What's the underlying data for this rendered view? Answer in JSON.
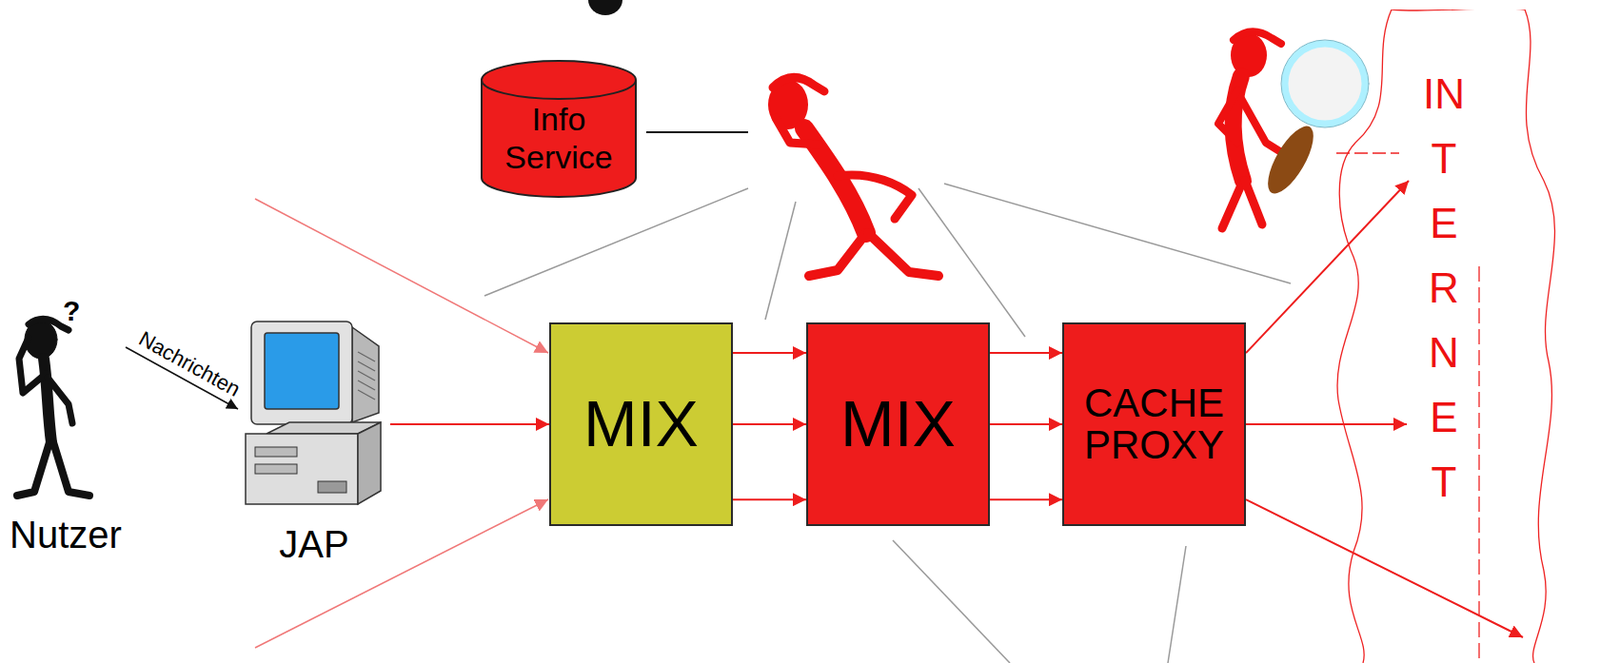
{
  "diagram": {
    "nodes": [
      {
        "text": [
          "Nutzer"
        ]
      },
      {
        "text": [
          "JAP"
        ]
      },
      {
        "text": [
          "Info Service"
        ]
      },
      {
        "text": [
          "MIX"
        ]
      },
      {
        "text": [
          "MIX"
        ]
      },
      {
        "text": [
          "CACHE PROXY"
        ]
      },
      {
        "text": [
          "INTERNET"
        ]
      }
    ],
    "edges": [
      {
        "from": 0,
        "to": 1,
        "label": "Nachrichten",
        "arrow": "to"
      },
      {
        "from": 1,
        "to": 3,
        "arrow": "to"
      },
      {
        "from": 3,
        "to": 4,
        "arrow": "to"
      },
      {
        "from": 3,
        "to": 4,
        "arrow": "to"
      },
      {
        "from": 3,
        "to": 4,
        "arrow": "to"
      },
      {
        "from": 4,
        "to": 5,
        "arrow": "to"
      },
      {
        "from": 4,
        "to": 5,
        "arrow": "to"
      },
      {
        "from": 4,
        "to": 5,
        "arrow": "to"
      },
      {
        "from": 5,
        "to": 6,
        "arrow": "to"
      },
      {
        "from": 5,
        "to": 6,
        "arrow": "to"
      },
      {
        "from": 5,
        "to": 6,
        "arrow": "to"
      }
    ],
    "labels": [
      "?"
    ]
  }
}
